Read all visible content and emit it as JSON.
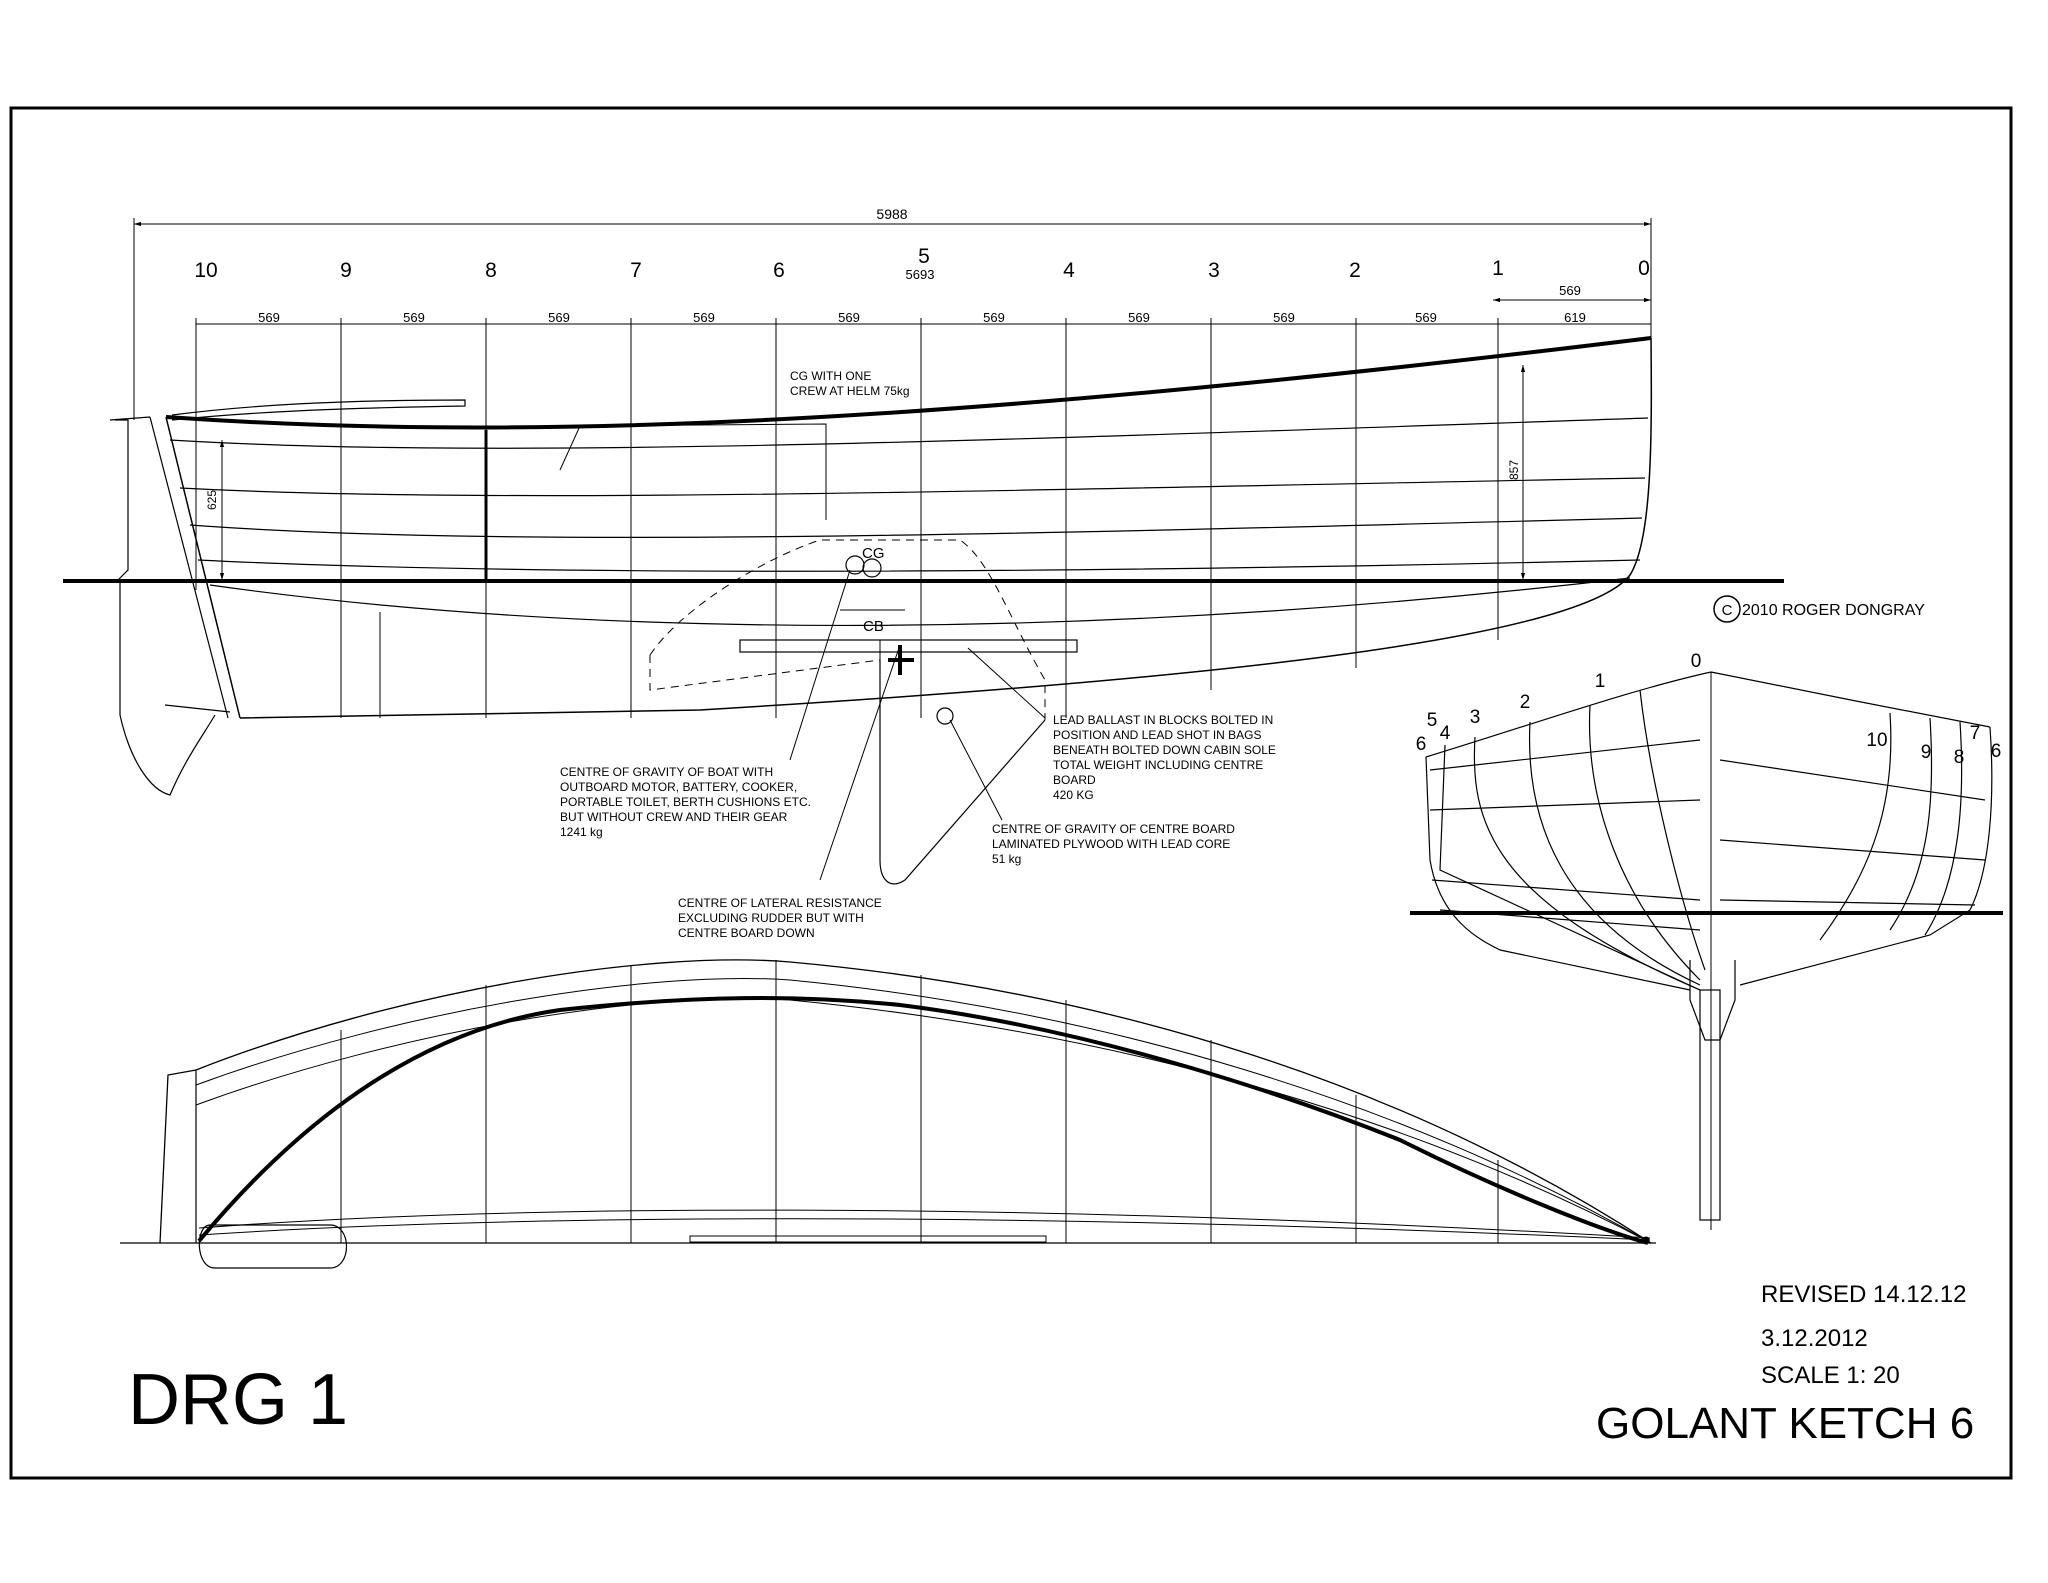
{
  "drawing_number": "DRG 1",
  "boat_name": "GOLANT KETCH 6",
  "revision": "REVISED 14.12.12",
  "date": "3.12.2012",
  "scale": "SCALE 1: 20",
  "copyright": {
    "symbol": "C",
    "text": "2010  ROGER DONGRAY"
  },
  "profile": {
    "overall_dimension": "5988",
    "station_numbers": [
      "10",
      "9",
      "8",
      "7",
      "6",
      "5",
      "4",
      "3",
      "2",
      "1",
      "0"
    ],
    "station_spacing": [
      "569",
      "569",
      "569",
      "569",
      "569",
      "569",
      "569",
      "569",
      "569"
    ],
    "mid_dimension": "5693",
    "bow_spacing_upper": "569",
    "bow_spacing_lower": "619",
    "stern_height": "625",
    "bow_height": "857",
    "cg_label": "CG",
    "cb_label": "CB",
    "notes": {
      "crew_cg": [
        "CG WITH ONE",
        "CREW AT HELM 75kg"
      ],
      "boat_cg": [
        "CENTRE OF GRAVITY OF BOAT WITH",
        "OUTBOARD MOTOR, BATTERY, COOKER,",
        "PORTABLE TOILET, BERTH CUSHIONS ETC.",
        "BUT WITHOUT CREW  AND THEIR GEAR",
        "1241 kg"
      ],
      "clr": [
        "CENTRE OF LATERAL RESISTANCE",
        "EXCLUDING RUDDER BUT WITH",
        "CENTRE BOARD DOWN"
      ],
      "ballast": [
        "LEAD BALLAST IN BLOCKS BOLTED IN",
        "POSITION AND LEAD SHOT IN BAGS",
        "BENEATH BOLTED DOWN CABIN SOLE",
        "TOTAL WEIGHT INCLUDING CENTRE",
        "BOARD",
        "420 KG"
      ],
      "centreboard_cg": [
        "CENTRE OF GRAVITY OF CENTRE BOARD",
        "LAMINATED PLYWOOD WITH LEAD CORE",
        "51 kg"
      ]
    }
  },
  "body_plan": {
    "left_numbers": [
      "6",
      "5",
      "4",
      "3",
      "2",
      "1",
      "0"
    ],
    "right_numbers": [
      "10",
      "9",
      "8",
      "7",
      "6"
    ]
  }
}
